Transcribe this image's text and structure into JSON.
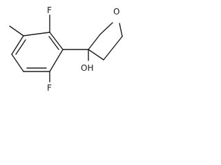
{
  "molecule": {
    "labels": {
      "fluorine_top": "F",
      "fluorine_bottom": "F",
      "oxygen": "O",
      "hydroxyl": "OH"
    }
  }
}
